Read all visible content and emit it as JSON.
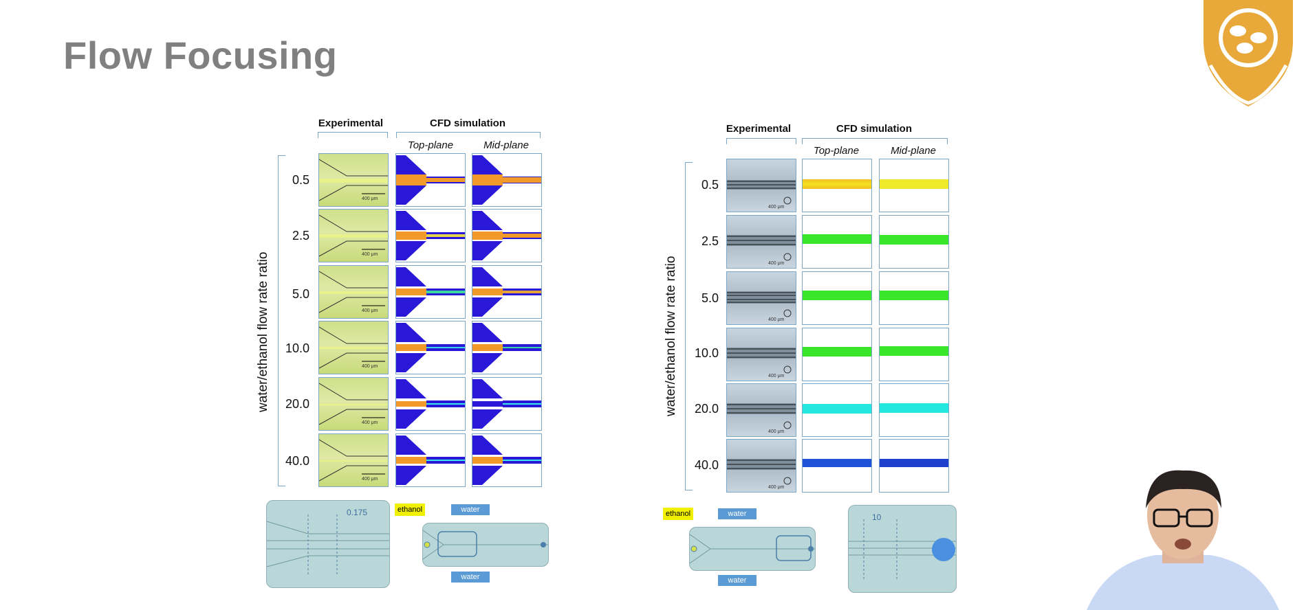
{
  "slide": {
    "title": "Flow Focusing"
  },
  "left_figure": {
    "experimental_header": "Experimental",
    "cfd_header": "CFD simulation",
    "top_plane": "Top-plane",
    "mid_plane": "Mid-plane",
    "y_axis_label": "water/ethanol flow rate ratio",
    "ratios": [
      "0.5",
      "2.5",
      "5.0",
      "10.0",
      "20.0",
      "40.0"
    ],
    "scale_text": "400 μm",
    "schematic": {
      "dimension": "0.175",
      "ethanol_label": "ethanol",
      "water_label_top": "water",
      "water_label_bottom": "water"
    }
  },
  "right_figure": {
    "experimental_header": "Experimental",
    "cfd_header": "CFD simulation",
    "top_plane": "Top-plane",
    "mid_plane": "Mid-plane",
    "y_axis_label": "water/ethanol flow rate ratio",
    "ratios": [
      "0.5",
      "2.5",
      "5.0",
      "10.0",
      "20.0",
      "40.0"
    ],
    "scale_text": "400 μm",
    "band_colors": [
      "#f2e21b",
      "#39e62a",
      "#39e62a",
      "#39e62a",
      "#22e8e0",
      "#1f52d8"
    ],
    "schematic": {
      "dimension": "10",
      "ethanol_label": "ethanol",
      "water_label_top": "water",
      "water_label_bottom": "water"
    }
  },
  "colors": {
    "title": "#808080",
    "channel_blue": "#2a18d8",
    "ethanol_orange": "#f19a2a",
    "accent_frame": "#7aa7c7",
    "logo_gold": "#e8a93a"
  }
}
